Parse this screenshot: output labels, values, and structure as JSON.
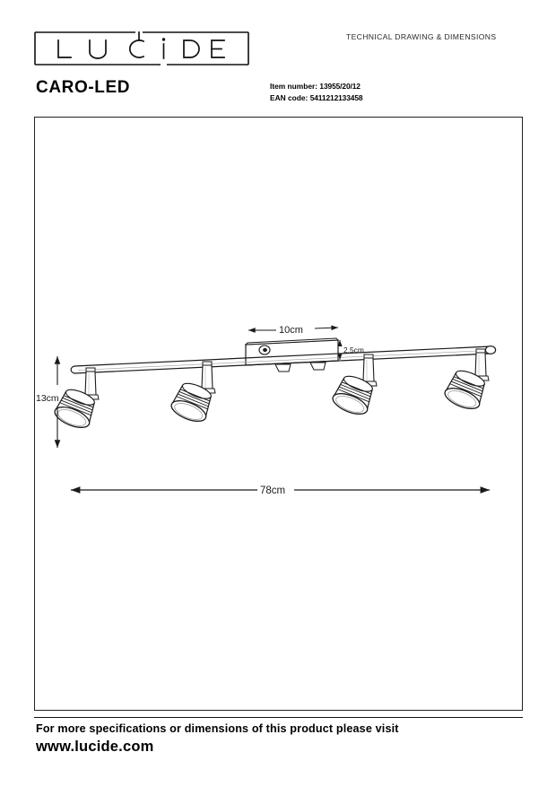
{
  "header": {
    "logo_letters": [
      "L",
      "U",
      "C",
      "i",
      "D",
      "E"
    ],
    "logo_name": "LUCIDE",
    "doc_kind": "TECHNICAL DRAWING & DIMENSIONS",
    "product_title": "CARO-LED",
    "item_number_label": "Item number:",
    "item_number_value": "13955/20/12",
    "ean_label": "EAN code:",
    "ean_value": "5411212133458"
  },
  "drawing": {
    "name": "technical-drawing-caro-led-4-spot-ceiling-rail",
    "dimensions": {
      "height": "13cm",
      "plate_width": "10cm",
      "plate_depth": "2.5cm",
      "total_width": "78cm"
    },
    "spot_count": 4,
    "line_color": "#1a1a1a",
    "fill_color": "#ffffff"
  },
  "footer": {
    "line1": "For more specifications or dimensions of this product please visit",
    "line2": "www.lucide.com"
  }
}
